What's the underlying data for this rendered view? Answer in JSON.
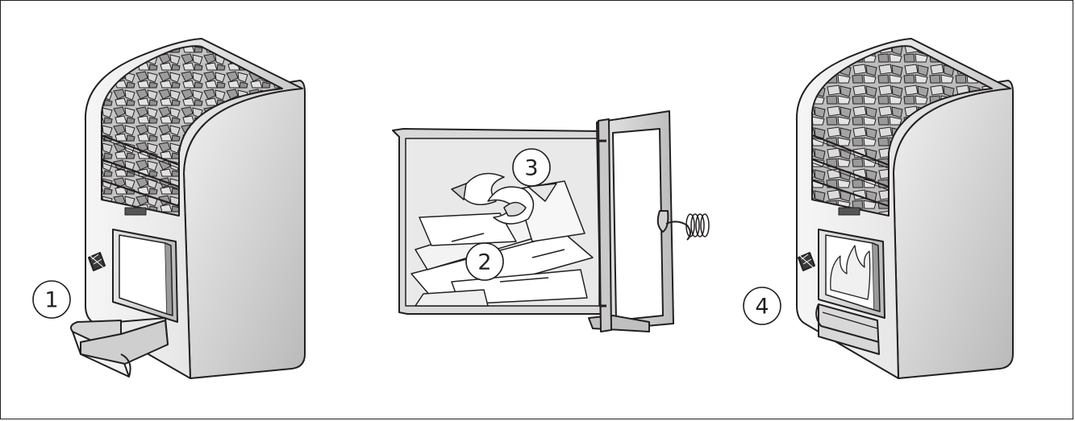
{
  "figure": {
    "panels": [
      {
        "name": "open-ash-drawer",
        "callout": "1"
      },
      {
        "name": "loaded-firebox",
        "callouts": [
          "2",
          "3"
        ]
      },
      {
        "name": "heater-running",
        "callout": "4"
      }
    ]
  },
  "callouts": {
    "c1": "1",
    "c2": "2",
    "c3": "3",
    "c4": "4"
  },
  "colors": {
    "line": "#231f20",
    "body_light": "#f4f4f4",
    "body_dark": "#bdbdbd",
    "stone": "#b3b3b3"
  }
}
